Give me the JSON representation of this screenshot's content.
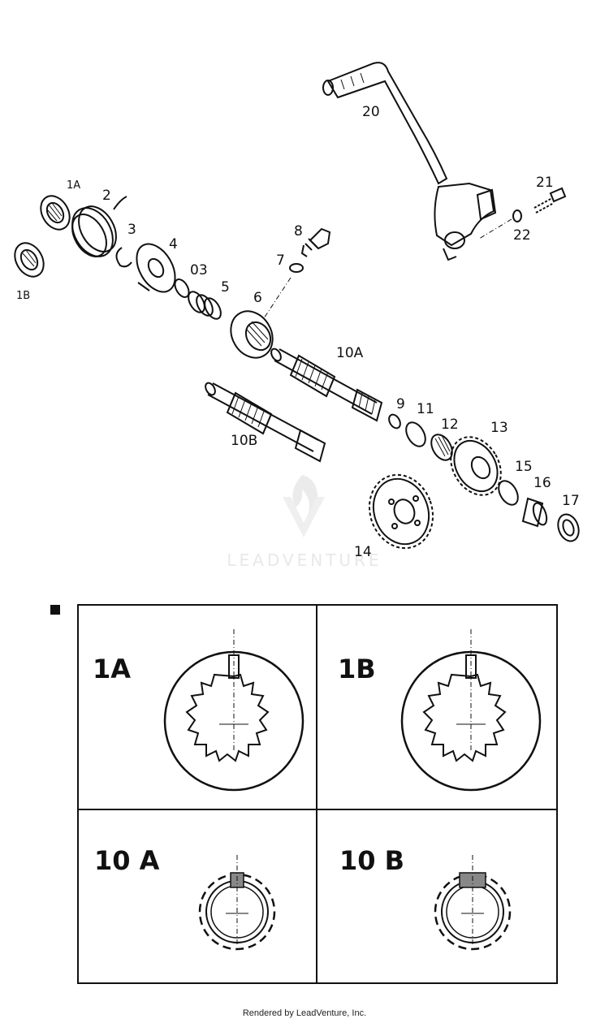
{
  "parts": {
    "labels": [
      "1A",
      "2",
      "1B",
      "3",
      "4",
      "03",
      "5",
      "6",
      "7",
      "8",
      "10A",
      "10B",
      "9",
      "11",
      "12",
      "13",
      "14",
      "15",
      "16",
      "17",
      "20",
      "21",
      "22"
    ]
  },
  "watermark": {
    "text": "LEADVENTURE"
  },
  "detail_panels": [
    {
      "label": "1A"
    },
    {
      "label": "1B"
    },
    {
      "label": "10 A"
    },
    {
      "label": "10 B"
    }
  ],
  "footer": {
    "text": "Rendered by LeadVenture, Inc."
  }
}
